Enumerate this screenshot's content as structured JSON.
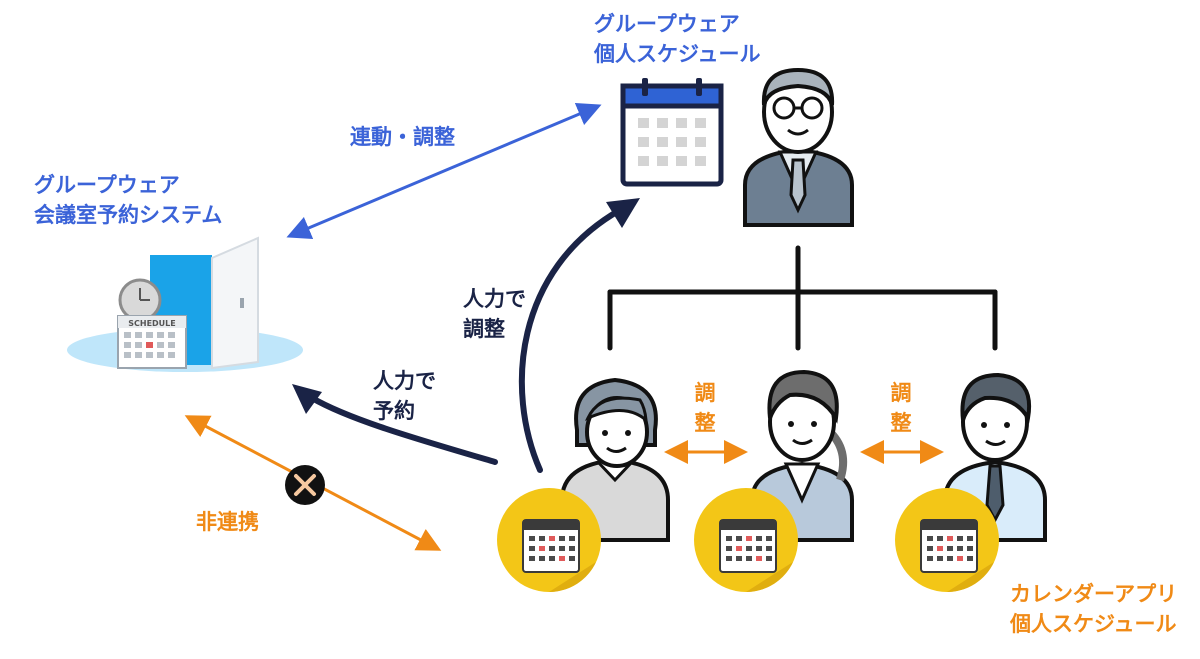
{
  "labels": {
    "groupware_schedule_line1": "グループウェア",
    "groupware_schedule_line2": "個人スケジュール",
    "groupware_room_line1": "グループウェア",
    "groupware_room_line2": "会議室予約システム",
    "sync_adjust": "連動・調整",
    "manual_adjust_line1": "人力で",
    "manual_adjust_line2": "調整",
    "manual_reserve_line1": "人力で",
    "manual_reserve_line2": "予約",
    "not_linked": "非連携",
    "adjust_left_char1": "調",
    "adjust_left_char2": "整",
    "adjust_right_char1": "調",
    "adjust_right_char2": "整",
    "calendar_app_line1": "カレンダーアプリ",
    "calendar_app_line2": "個人スケジュール",
    "schedule_sign": "SCHEDULE"
  },
  "colors": {
    "blue_text": "#3b63d8",
    "navy": "#1a2346",
    "orange": "#f08a16",
    "gold": "#f3c617",
    "room_blue": "#1aa3e8"
  }
}
